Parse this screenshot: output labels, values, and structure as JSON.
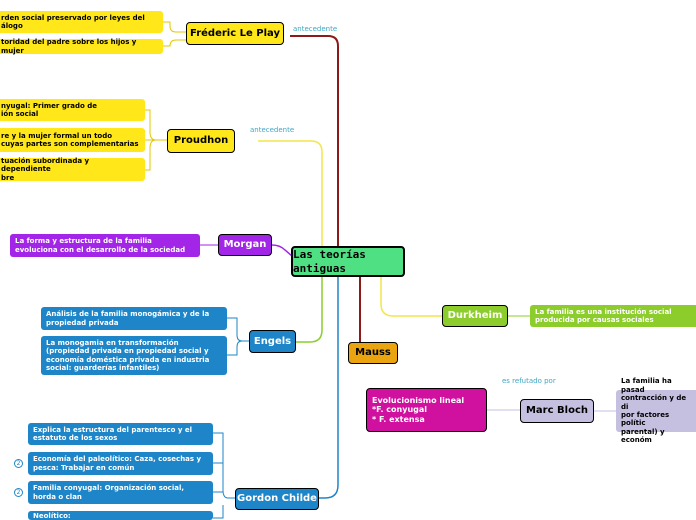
{
  "center": {
    "label": "Las teorías antiguas"
  },
  "branches": {
    "leplay": {
      "label": "Fréderic Le Play",
      "link_label": "antecedente",
      "leaves": [
        "rden social preservado por leyes del\nálogo",
        "toridad del padre sobre los hijos y mujer"
      ]
    },
    "proudhon": {
      "label": "Proudhon",
      "link_label": "antecedente",
      "leaves": [
        "nyugal: Primer grado de\nión social",
        "re y la mujer formal un todo\n cuyas partes son complementarias",
        "tuación subordinada y dependiente\nbre"
      ]
    },
    "morgan": {
      "label": "Morgan",
      "leaves": [
        "La forma y estructura de la familia\nevoluciona con el desarrollo de la sociedad"
      ]
    },
    "engels": {
      "label": "Engels",
      "leaves": [
        "Análisis de la familia monogámica y de la\npropiedad privada",
        "La monogamia en transformación\n(propiedad privada en propiedad social y\neconomía doméstica privada en industria\nsocial: guarderías infantiles)"
      ]
    },
    "childe": {
      "label": "Gordon Childe",
      "badge": "2",
      "leaves": [
        "Explica la estructura del parentesco y el\nestatuto de los sexos",
        "Economía del paleolítico: Caza, cosechas y\npesca: Trabajar en común",
        "Familia conyugal: Organización social,\nhorda o clan",
        "Neolítico:"
      ]
    },
    "durkheim": {
      "label": "Durkheim",
      "leaves": [
        "La familia es una institución social\nproducida por causas sociales"
      ]
    },
    "mauss": {
      "label": "Mauss"
    },
    "bloch": {
      "label": "Marc Bloch",
      "link_label": "es refutado por",
      "source": "Evolucionismo lineal\n*F. conyugal\n* F. extensa",
      "leaves": [
        "La familia ha pasad\ncontracción y de di\npor factores polític\nparental) y económ"
      ]
    }
  }
}
